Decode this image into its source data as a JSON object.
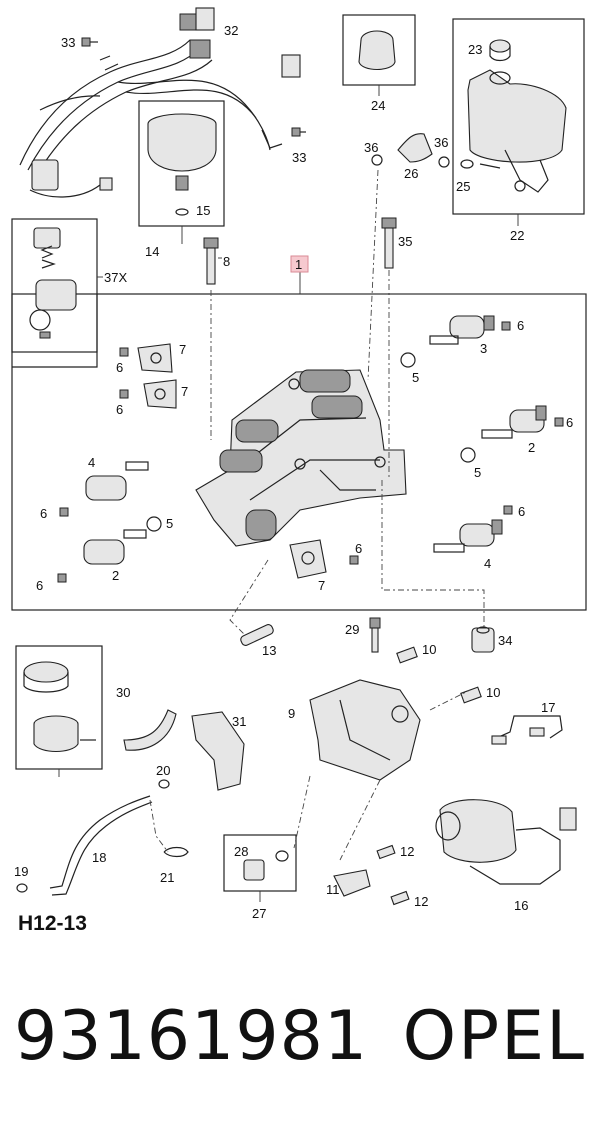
{
  "diagram": {
    "section_code": "H12-13",
    "callouts": {
      "c1": "1",
      "c2a": "2",
      "c2b": "2",
      "c3": "3",
      "c4a": "4",
      "c4b": "4",
      "c5a": "5",
      "c5b": "5",
      "c5c": "5",
      "c6a": "6",
      "c6b": "6",
      "c6c": "6",
      "c6d": "6",
      "c6e": "6",
      "c6f": "6",
      "c6g": "6",
      "c6h": "6",
      "c7a": "7",
      "c7b": "7",
      "c7c": "7",
      "c8": "8",
      "c9": "9",
      "c10a": "10",
      "c10b": "10",
      "c11": "11",
      "c12a": "12",
      "c12b": "12",
      "c13": "13",
      "c14": "14",
      "c15": "15",
      "c16": "16",
      "c17": "17",
      "c18": "18",
      "c19": "19",
      "c20": "20",
      "c21": "21",
      "c22": "22",
      "c23": "23",
      "c24": "24",
      "c25": "25",
      "c26": "26",
      "c27": "27",
      "c28": "28",
      "c29": "29",
      "c30": "30",
      "c31": "31",
      "c32": "32",
      "c33a": "33",
      "c33b": "33",
      "c34": "34",
      "c35": "35",
      "c36a": "36",
      "c36b": "36",
      "c37x": "37X"
    }
  },
  "footer": {
    "part_number": "93161981",
    "brand": "OPEL"
  },
  "colors": {
    "highlight_fill": "#f6c9cf",
    "highlight_stroke": "#d98a96"
  }
}
